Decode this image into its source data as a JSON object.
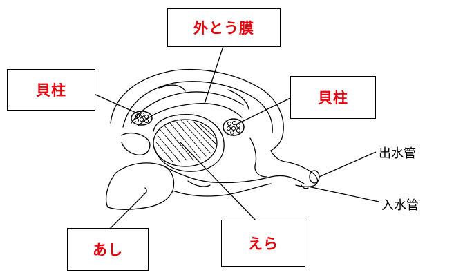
{
  "labels": {
    "outer_membrane": "外とう膜",
    "adductor_left": "貝柱",
    "adductor_right": "貝柱",
    "foot": "あし",
    "gill": "えら",
    "excurrent_siphon": "出水管",
    "incurrent_siphon": "入水管"
  },
  "colors": {
    "label_text": "#e8000b",
    "line": "#000000",
    "box_border": "#000000"
  }
}
